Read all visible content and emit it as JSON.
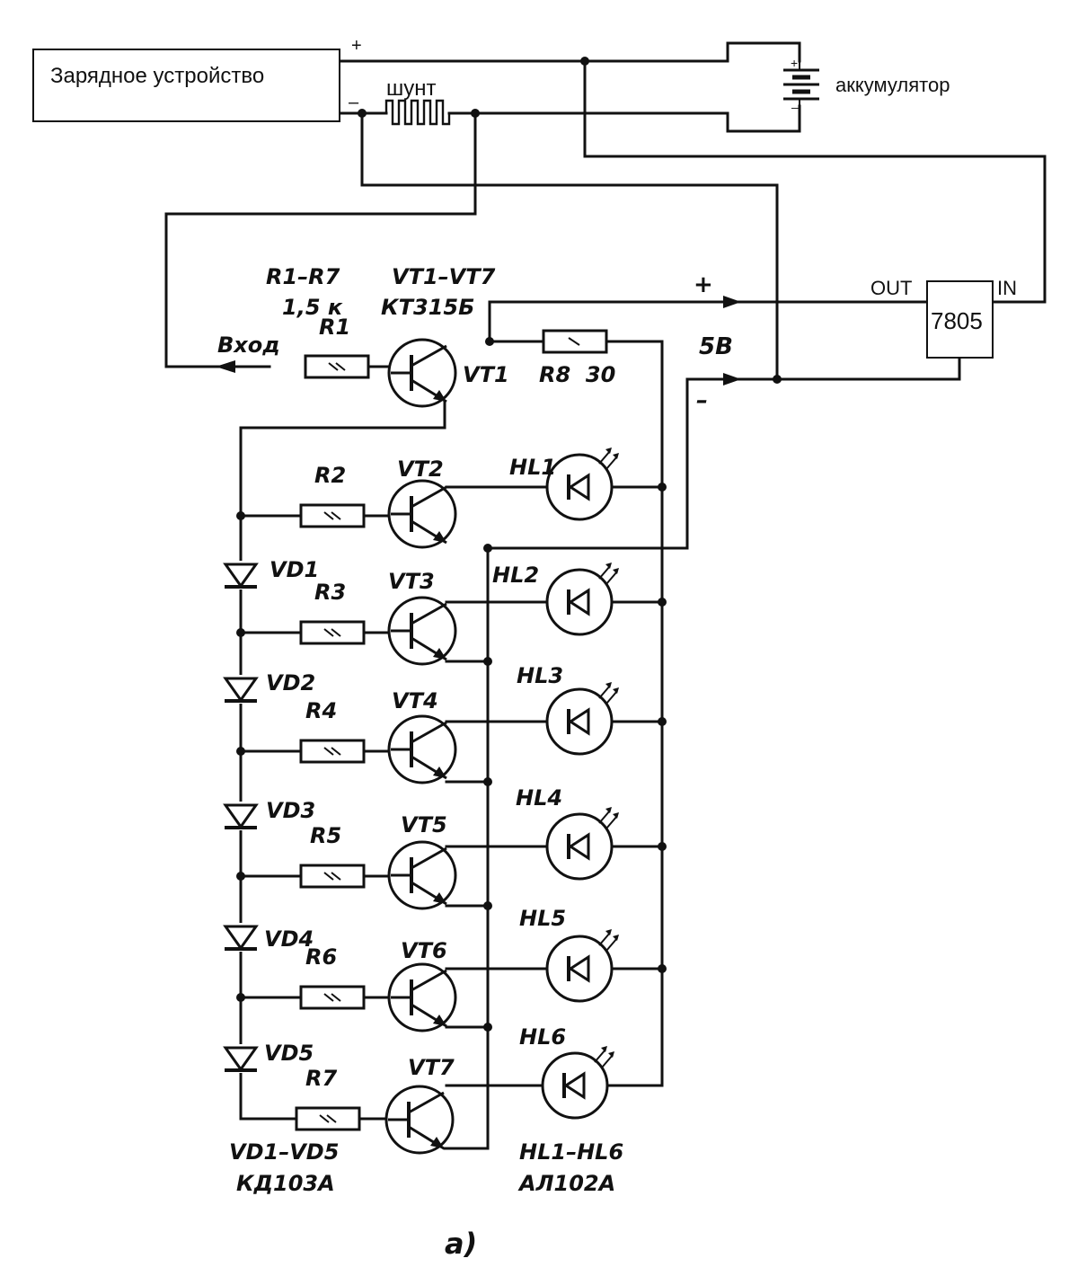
{
  "blocks": {
    "charger": "Зарядное устройство",
    "shunt": "шунт",
    "battery": "аккумулятор",
    "regulator": "7805",
    "reg_out": "OUT",
    "reg_in": "IN"
  },
  "polarity": {
    "charger_plus": "+",
    "charger_minus": "–",
    "battery_plus": "+",
    "battery_minus": "–",
    "out_plus": "+",
    "out_minus": "–",
    "out_voltage": "5В"
  },
  "labels": {
    "r_group": "R1–R7",
    "r_value": "1,5 к",
    "vt_group": "VT1–VT7",
    "vt_type": "КТ315Б",
    "input": "Вход",
    "r8": "R8  30",
    "vd_group": "VD1–VD5",
    "vd_type": "КД103А",
    "hl_group": "HL1–HL6",
    "hl_type": "АЛ102А",
    "figure": "а)"
  },
  "resistors": [
    "R1",
    "R2",
    "R3",
    "R4",
    "R5",
    "R6",
    "R7"
  ],
  "transistors": [
    "VT1",
    "VT2",
    "VT3",
    "VT4",
    "VT5",
    "VT6",
    "VT7"
  ],
  "diodes": [
    "VD1",
    "VD2",
    "VD3",
    "VD4",
    "VD5"
  ],
  "leds": [
    "HL1",
    "HL2",
    "HL3",
    "HL4",
    "HL5",
    "HL6"
  ]
}
